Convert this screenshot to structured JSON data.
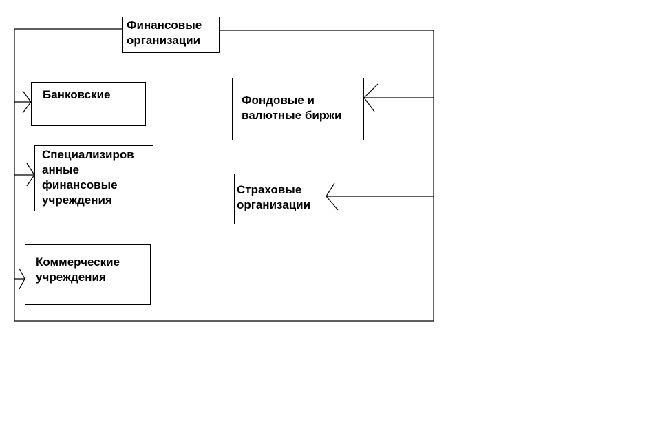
{
  "diagram": {
    "title": {
      "lines": [
        "Финансовые",
        "организации"
      ]
    },
    "nodes": [
      {
        "id": "bank",
        "lines": [
          "Банковские"
        ]
      },
      {
        "id": "special",
        "lines": [
          "Специализиров",
          "анные",
          "финансовые",
          "учреждения"
        ]
      },
      {
        "id": "commercial",
        "lines": [
          "Коммерческие",
          "учреждения"
        ]
      },
      {
        "id": "exchange",
        "lines": [
          "Фондовые и",
          "валютные биржи"
        ]
      },
      {
        "id": "insurance",
        "lines": [
          "Страховые",
          "организации"
        ]
      }
    ],
    "colors": {
      "line": "#000000",
      "background": "#ffffff"
    }
  }
}
